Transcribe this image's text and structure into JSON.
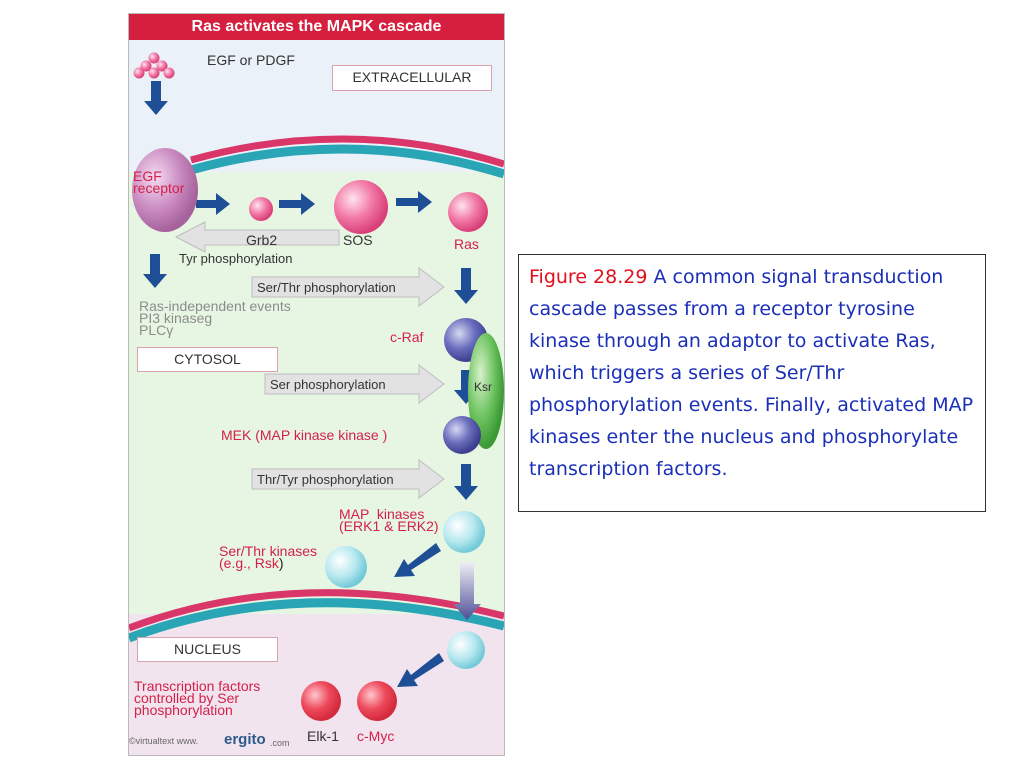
{
  "figure": {
    "title": "Ras activates the MAPK cascade",
    "ligand": "EGF or PDGF",
    "compartments": {
      "extracellular": "EXTRACELLULAR",
      "cytosol": "CYTOSOL",
      "nucleus": "NUCLEUS"
    },
    "molecules": {
      "egf_receptor": "EGF\nreceptor",
      "grb2": "Grb2",
      "sos": "SOS",
      "ras": "Ras",
      "craf": "c-Raf",
      "ksr": "Ksr",
      "mek": "MEK (MAP kinase kinase )",
      "map_kinases": "MAP  kinases\n(ERK1 & ERK2)",
      "ser_thr_kinases": "Ser/Thr kinases\n(e.g., Rsk",
      "ser_thr_kinases_paren": ")",
      "transcription_factors": "Transcription factors\ncontrolled by Ser\nphosphorylation",
      "elk1": "Elk-1",
      "cmyc": "c-Myc"
    },
    "ras_independent": "Ras-independent events\nPI3 kinaseg\nPLCγ",
    "phosphorylation_steps": {
      "tyr": "Tyr phosphorylation",
      "ser_thr": "Ser/Thr phosphorylation",
      "ser": "Ser phosphorylation",
      "thr_tyr": "Thr/Tyr phosphorylation"
    },
    "credit": {
      "prefix": "©virtualtext  www.",
      "brand": "ergito",
      "suffix": ".com"
    }
  },
  "caption": {
    "figure_number": "Figure 28.29",
    "text": " A common signal transduction cascade passes from a receptor tyrosine kinase through an adaptor to activate Ras, which triggers a series of Ser/Thr phosphorylation events. Finally, activated MAP kinases enter the nucleus and phosphorylate transcription factors."
  },
  "colors": {
    "title_bar": "#d51f3f",
    "membrane": "#d9366a",
    "membrane_band": "#2aa5b6",
    "arrow": "#1e4f96",
    "caption_text": "#1a2fb8",
    "caption_figure_number": "#e0101e",
    "label_red": "#d3214a"
  }
}
